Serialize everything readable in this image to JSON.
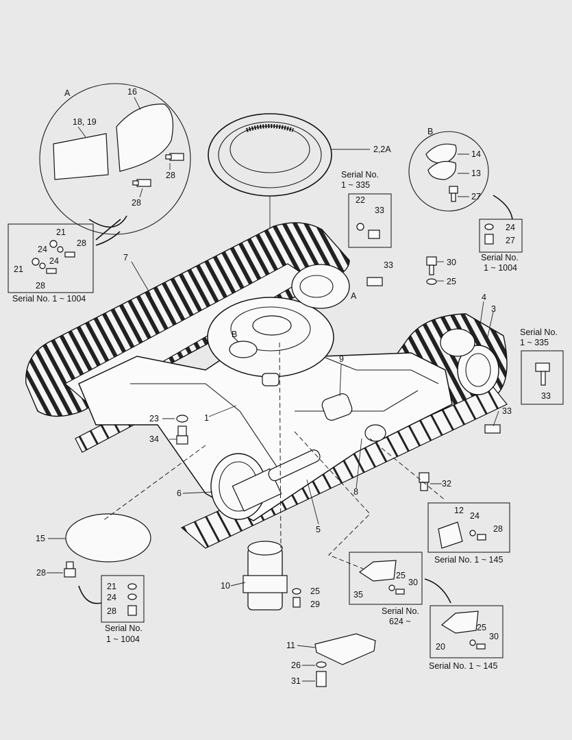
{
  "callouts": {
    "c_A": "A",
    "c16": "16",
    "c18_19": "18, 19",
    "c28a": "28",
    "c28b": "28",
    "c2_2A": "2,2A",
    "c_B": "B",
    "c14": "14",
    "c13": "13",
    "c27a": "27",
    "c21a": "21",
    "c28c": "28",
    "c24a": "24",
    "c24b": "24",
    "c21b": "21",
    "c28d": "28",
    "c22": "22",
    "c33a": "33",
    "c24c": "24",
    "c27b": "27",
    "c7": "7",
    "c33b": "33",
    "c30a": "30",
    "c25a": "25",
    "c4": "4",
    "c3": "3",
    "c_A2": "A",
    "c_B2": "B",
    "c9": "9",
    "c33c": "33",
    "c33d": "33",
    "c23": "23",
    "c34": "34",
    "c1": "1",
    "c6": "6",
    "c5": "5",
    "c8": "8",
    "c32": "32",
    "c12": "12",
    "c24d": "24",
    "c28e": "28",
    "c15": "15",
    "c28f": "28",
    "c21c": "21",
    "c24e": "24",
    "c28g": "28",
    "c10": "10",
    "c25b": "25",
    "c29": "29",
    "c25c": "25",
    "c30b": "30",
    "c35": "35",
    "c25d": "25",
    "c30c": "30",
    "c20": "20",
    "c11": "11",
    "c26": "26",
    "c31": "31"
  },
  "serial_notes": {
    "n1_335_top_l1": "Serial No.",
    "n1_335_top_l2": "1 ~ 335",
    "n1_1004_left": "Serial No. 1 ~ 1004",
    "n1_1004_right_l1": "Serial No.",
    "n1_1004_right_l2": "1 ~ 1004",
    "n1_335_right_l1": "Serial No.",
    "n1_335_right_l2": "1 ~ 335",
    "n1_145_mid": "Serial No. 1 ~ 145",
    "n1_1004_bottom_l1": "Serial No.",
    "n1_1004_bottom_l2": "1 ~ 1004",
    "n624_l1": "Serial No.",
    "n624_l2": "624 ~",
    "n1_145_bottom": "Serial No. 1 ~ 145"
  }
}
